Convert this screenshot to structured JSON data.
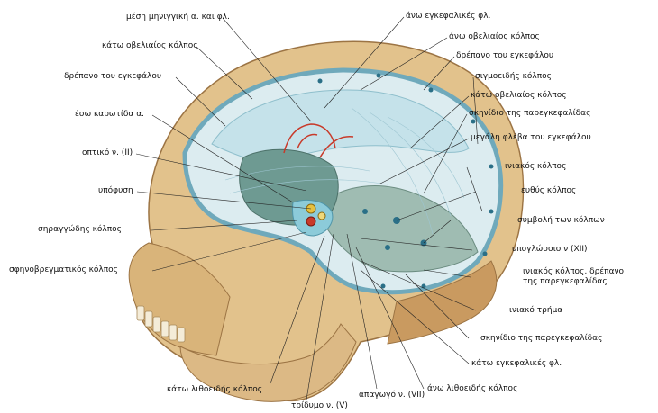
{
  "colors": {
    "bone": "#e2c28c",
    "bone_dark": "#c9a06a",
    "brain_cavity": "#dcecf0",
    "dura": "#a8cfd8",
    "sinus": "#2a6f87",
    "artery": "#c83a2a",
    "leader": "#222222"
  },
  "labels": {
    "media_meningeal": "μέση μηνιγγική α. και φλ.",
    "inferior_sagittal_sinus_left": "κάτω οβελιαίος κόλπος",
    "falx_cerebri_left": "δρέπανο του εγκεφάλου",
    "internal_carotid": "έσω καρωτίδα α.",
    "optic_nerve": "οπτικό ν. (II)",
    "hypophysis": "υπόφυση",
    "cavernous_sinus": "σηραγγώδης κόλπος",
    "sphenoparietal_sinus": "σφηνοβρεγματικός κόλπος",
    "superior_cerebral_veins": "άνω εγκεφαλικές φλ.",
    "superior_sagittal_sinus": "άνω οβελιαίος κόλπος",
    "falx_cerebri_right": "δρέπανο του εγκεφάλου",
    "sigmoid_sinus": "σιγμοειδής κόλπος",
    "inferior_sagittal_sinus_right": "κάτω οβελιαίος κόλπος",
    "tentorium_cerebelli_top": "σκηνίδιο της παρεγκεφαλίδας",
    "great_cerebral_vein": "μεγάλη φλέβα του εγκεφάλου",
    "occipital_sinus_top": "ινιακός κόλπος",
    "straight_sinus": "ευθύς κόλπος",
    "confluence_of_sinuses": "συμβολή των κόλπων",
    "hypoglossal_nerve": "υπογλώσσιο ν (XII)",
    "occipital_sinus_falx_cerebelli": "ινιακός κόλπος, δρέπανο της παρεγκεφαλίδας",
    "foramen_magnum": "ινιακό τρήμα",
    "tentorium_cerebelli_bottom": "σκηνίδιο της παρεγκεφαλίδας",
    "inferior_cerebral_veins": "κάτω εγκεφαλικές φλ.",
    "superior_petrosal_sinus": "άνω λιθοειδής κόλπος",
    "abducens_nerve": "απαγωγό ν. (VII)",
    "trigeminal_nerve": "τρίδυμο ν. (V)",
    "inferior_petrosal_sinus": "κάτω λιθοειδής κόλπος"
  }
}
